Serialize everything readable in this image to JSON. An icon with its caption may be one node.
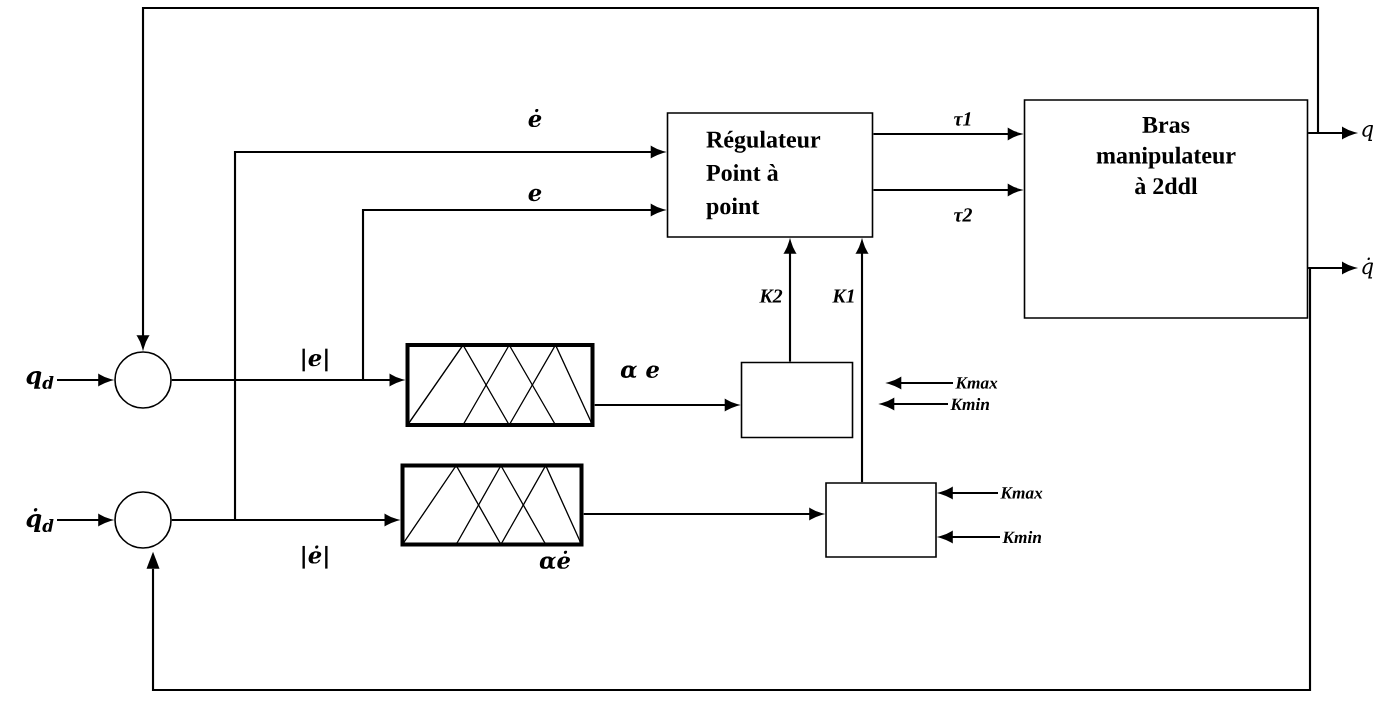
{
  "diagram": {
    "nodes": [
      {
        "text": [
          "q$_{d}$"
        ]
      },
      {
        "text": [],
        "shape": "circle"
      },
      {
        "text": [
          "q̇$_{d}$"
        ]
      },
      {
        "text": [],
        "shape": "circle"
      },
      {
        "text": [],
        "shape": "box"
      },
      {
        "text": [],
        "shape": "box"
      },
      {
        "text": [],
        "shape": "box"
      },
      {
        "text": [],
        "shape": "box"
      },
      {
        "text": [
          "Régulateur Point à point"
        ]
      },
      {
        "text": [
          "Bras manipulateur à 2ddl"
        ]
      },
      {
        "text": [
          "q"
        ]
      },
      {
        "text": [
          "q̇"
        ]
      },
      {
        "text": [
          "Kmax"
        ]
      },
      {
        "text": [
          "Kmin"
        ]
      },
      {
        "text": [
          "Kmax"
        ]
      },
      {
        "text": [
          "Kmin"
        ]
      }
    ],
    "edges": [
      {
        "from": 0,
        "to": 1,
        "arrow": "to"
      },
      {
        "from": 2,
        "to": 3,
        "arrow": "to"
      },
      {
        "from": 1,
        "to": 4,
        "arrow": "to",
        "label": "|e|"
      },
      {
        "from": 3,
        "to": 5,
        "arrow": "to",
        "label": "|ė|"
      },
      {
        "from": 1,
        "to": 8,
        "arrow": "to",
        "label": "e"
      },
      {
        "from": 3,
        "to": 8,
        "arrow": "to",
        "label": "ė"
      },
      {
        "from": 4,
        "to": 6,
        "arrow": "to",
        "label": "α e"
      },
      {
        "from": 5,
        "to": 7,
        "arrow": "to",
        "label": "αė"
      },
      {
        "from": 6,
        "to": 8,
        "arrow": "to",
        "label": "K2"
      },
      {
        "from": 7,
        "to": 8,
        "arrow": "to",
        "label": "K1"
      },
      {
        "from": 8,
        "to": 9,
        "arrow": "to",
        "label": "τ1"
      },
      {
        "from": 8,
        "to": 9,
        "arrow": "to",
        "label": "τ2"
      },
      {
        "from": 9,
        "to": 10,
        "arrow": "to"
      },
      {
        "from": 9,
        "to": 11,
        "arrow": "to"
      },
      {
        "from": 9,
        "to": 1,
        "arrow": "to"
      },
      {
        "from": 9,
        "to": 3,
        "arrow": "to"
      },
      {
        "from": 12,
        "to": 6,
        "arrow": "to"
      },
      {
        "from": 13,
        "to": 6,
        "arrow": "to"
      },
      {
        "from": 14,
        "to": 7,
        "arrow": "to"
      },
      {
        "from": 15,
        "to": 7,
        "arrow": "to"
      }
    ]
  }
}
